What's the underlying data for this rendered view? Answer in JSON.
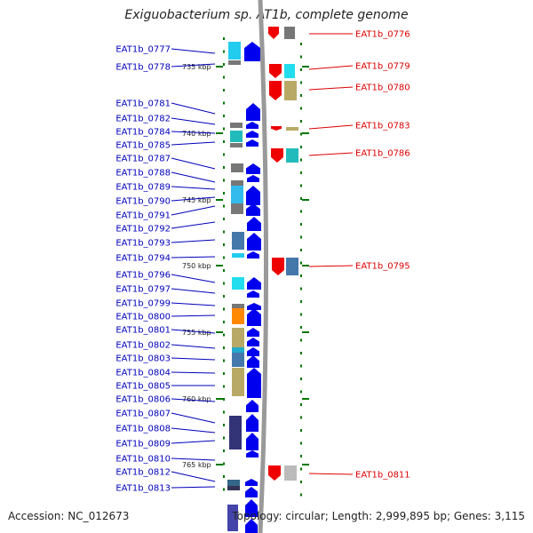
{
  "header": {
    "title": "Exiguobacterium sp. AT1b, complete genome"
  },
  "footer": {
    "accession": "Accession: NC_012673",
    "topology": "Topology: circular; Length: 2,999,895 bp; Genes: 3,115"
  },
  "colors": {
    "left_label": "#0000bb",
    "right_label": "#dd0000",
    "forward_arrow": "#0000ee",
    "reverse_arrow": "#ee0000",
    "backbone": "#999999",
    "tick": "#007700"
  },
  "kbp_marks": [
    "735 kbp",
    "740 kbp",
    "745 kbp",
    "750 kbp",
    "755 kbp",
    "760 kbp",
    "765 kbp"
  ],
  "left_genes": [
    "EAT1b_0777",
    "EAT1b_0778",
    "EAT1b_0781",
    "EAT1b_0782",
    "EAT1b_0784",
    "EAT1b_0785",
    "EAT1b_0787",
    "EAT1b_0788",
    "EAT1b_0789",
    "EAT1b_0790",
    "EAT1b_0791",
    "EAT1b_0792",
    "EAT1b_0793",
    "EAT1b_0794",
    "EAT1b_0796",
    "EAT1b_0797",
    "EAT1b_0799",
    "EAT1b_0800",
    "EAT1b_0801",
    "EAT1b_0802",
    "EAT1b_0803",
    "EAT1b_0804",
    "EAT1b_0805",
    "EAT1b_0806",
    "EAT1b_0807",
    "EAT1b_0808",
    "EAT1b_0809",
    "EAT1b_0810",
    "EAT1b_0812",
    "EAT1b_0813"
  ],
  "right_genes": [
    "EAT1b_0776",
    "EAT1b_0779",
    "EAT1b_0780",
    "EAT1b_0783",
    "EAT1b_0786",
    "EAT1b_0795",
    "EAT1b_0811"
  ]
}
